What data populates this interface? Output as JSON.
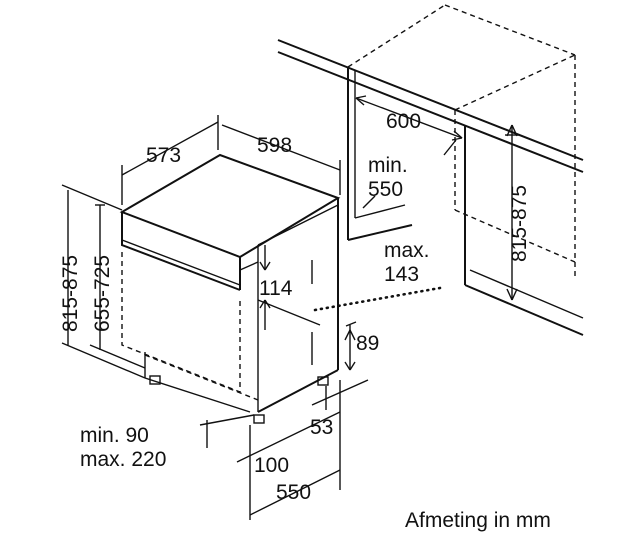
{
  "dimensions": {
    "top_width": "598",
    "top_depth": "573",
    "niche_width": "600",
    "niche_depth_min_label": "min.",
    "niche_depth_min_value": "550",
    "height_range_right": "815-875",
    "height_range_left_outer": "815-875",
    "height_range_left_inner": "655-725",
    "panel_gap": "114",
    "opening_max_label": "max.",
    "opening_max_value": "143",
    "foot_height": "89",
    "foot_offset": "53",
    "plinth_min": "min. 90",
    "plinth_max": "max. 220",
    "plinth_depth": "100",
    "bottom_depth": "550"
  },
  "caption": "Afmeting in mm"
}
